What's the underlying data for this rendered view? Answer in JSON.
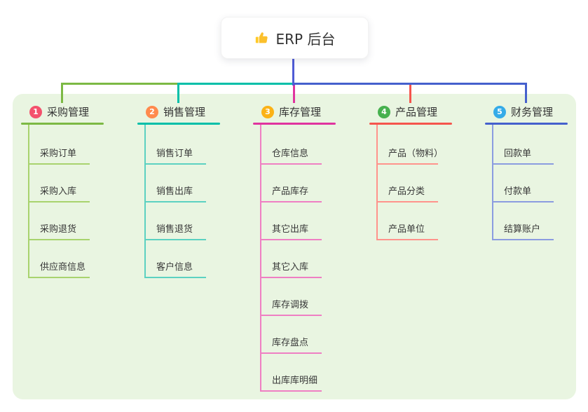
{
  "root": {
    "title": "ERP 后台",
    "icon": "thumbs-up"
  },
  "branches": [
    {
      "badge": "1",
      "title": "采购管理",
      "color": "#7cb944",
      "light_color": "#a8d36e",
      "badge_color": "#f4516c",
      "children": [
        "采购订单",
        "采购入库",
        "采购退货",
        "供应商信息"
      ]
    },
    {
      "badge": "2",
      "title": "销售管理",
      "color": "#00bfa9",
      "light_color": "#5cd1c1",
      "badge_color": "#ff8a4d",
      "children": [
        "销售订单",
        "销售出库",
        "销售退货",
        "客户信息"
      ]
    },
    {
      "badge": "3",
      "title": "库存管理",
      "color": "#e0349f",
      "light_color": "#ef7fc3",
      "badge_color": "#fbb216",
      "children": [
        "仓库信息",
        "产品库存",
        "其它出库",
        "其它入库",
        "库存调拨",
        "库存盘点",
        "出库库明细"
      ]
    },
    {
      "badge": "4",
      "title": "产品管理",
      "color": "#f5554d",
      "light_color": "#ff938c",
      "badge_color": "#47b14f",
      "children": [
        "产品（物料）",
        "产品分类",
        "产品单位"
      ]
    },
    {
      "badge": "5",
      "title": "财务管理",
      "color": "#4560cd",
      "light_color": "#8b9ce0",
      "badge_color": "#35abe8",
      "children": [
        "回款单",
        "付款单",
        "结算账户"
      ]
    }
  ],
  "colors": {
    "panel_bg": "#e9f5e1",
    "root_line": "#4f5bd5",
    "text": "#333333"
  }
}
